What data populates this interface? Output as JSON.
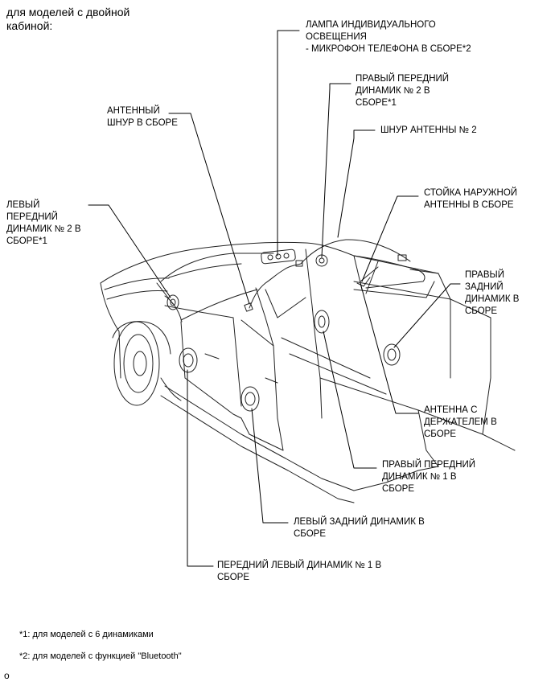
{
  "heading": {
    "line1": "для моделей с двойной",
    "line2": "кабиной:"
  },
  "callouts": {
    "lamp": [
      "ЛАМПА ИНДИВИДУАЛЬНОГО",
      "ОСВЕЩЕНИЯ",
      "- МИКРОФОН ТЕЛЕФОНА В СБОРЕ*2"
    ],
    "right_front_speaker_2": [
      "ПРАВЫЙ ПЕРЕДНИЙ",
      "ДИНАМИК № 2 В",
      "СБОРЕ*1"
    ],
    "antenna_cord_2": [
      "ШНУР АНТЕННЫ № 2"
    ],
    "antenna_cord": [
      "АНТЕННЫЙ",
      "ШНУР В СБОРЕ"
    ],
    "outer_antenna_pole": [
      "СТОЙКА НАРУЖНОЙ",
      "АНТЕННЫ В СБОРЕ"
    ],
    "left_front_speaker_2": [
      "ЛЕВЫЙ",
      "ПЕРЕДНИЙ",
      "ДИНАМИК № 2 В",
      "СБОРЕ*1"
    ],
    "right_rear_speaker": [
      "ПРАВЫЙ",
      "ЗАДНИЙ",
      "ДИНАМИК В",
      "СБОРЕ"
    ],
    "antenna_with_holder": [
      "АНТЕННА С",
      "ДЕРЖАТЕЛЕМ В",
      "СБОРЕ"
    ],
    "right_front_speaker_1": [
      "ПРАВЫЙ ПЕРЕДНИЙ",
      "ДИНАМИК № 1 В",
      "СБОРЕ"
    ],
    "left_rear_speaker": [
      "ЛЕВЫЙ ЗАДНИЙ ДИНАМИК В",
      "СБОРЕ"
    ],
    "front_left_speaker_1": [
      "ПЕРЕДНИЙ ЛЕВЫЙ ДИНАМИК № 1 В",
      "СБОРЕ"
    ]
  },
  "footnotes": {
    "note1": "*1: для моделей с 6 динамиками",
    "note2": "*2: для моделей с функцией \"Bluetooth\""
  },
  "figure_marker": "o"
}
